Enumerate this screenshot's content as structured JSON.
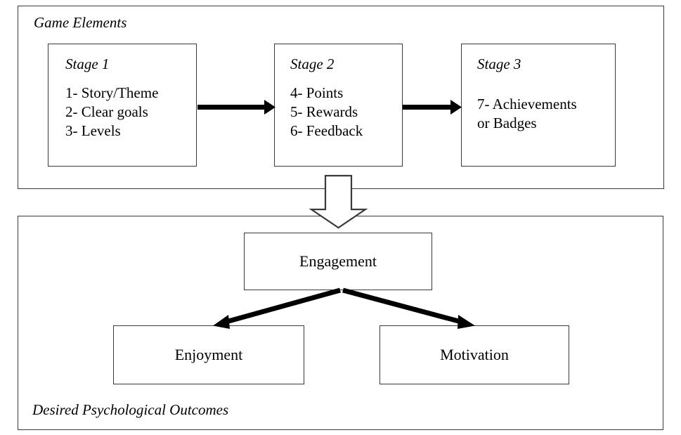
{
  "figure": {
    "panels": [
      {
        "id": "game-elements",
        "label": "Game Elements"
      },
      {
        "id": "desired-outcomes",
        "label": "Desired Psychological Outcomes"
      }
    ],
    "stages": [
      {
        "title": "Stage 1",
        "items": [
          "1- Story/Theme",
          "2- Clear goals",
          "3- Levels"
        ],
        "items_text": "1- Story/Theme\n2- Clear goals\n3- Levels"
      },
      {
        "title": "Stage 2",
        "items": [
          "4- Points",
          "5- Rewards",
          "6- Feedback"
        ],
        "items_text": "4- Points\n5- Rewards\n6- Feedback"
      },
      {
        "title": "Stage 3",
        "items": [
          "7- Achievements",
          "or Badges"
        ],
        "items_text": "7- Achievements\nor Badges"
      }
    ],
    "outcomes": {
      "engagement": "Engagement",
      "enjoyment": "Enjoyment",
      "motivation": "Motivation"
    },
    "connectors": [
      {
        "name": "stage1-to-stage2-arrow",
        "type": "solid-arrow",
        "direction": "right"
      },
      {
        "name": "stage2-to-stage3-arrow",
        "type": "solid-arrow",
        "direction": "right"
      },
      {
        "name": "game-elements-to-outcomes-arrow",
        "type": "hollow-block-arrow",
        "direction": "down"
      },
      {
        "name": "engagement-to-enjoyment-arrow",
        "type": "solid-arrow",
        "direction": "down-left"
      },
      {
        "name": "engagement-to-motivation-arrow",
        "type": "solid-arrow",
        "direction": "down-right"
      }
    ],
    "colors": {
      "stroke": "#3a3a3a",
      "arrow": "#000000",
      "background": "#ffffff",
      "text": "#000000"
    }
  }
}
